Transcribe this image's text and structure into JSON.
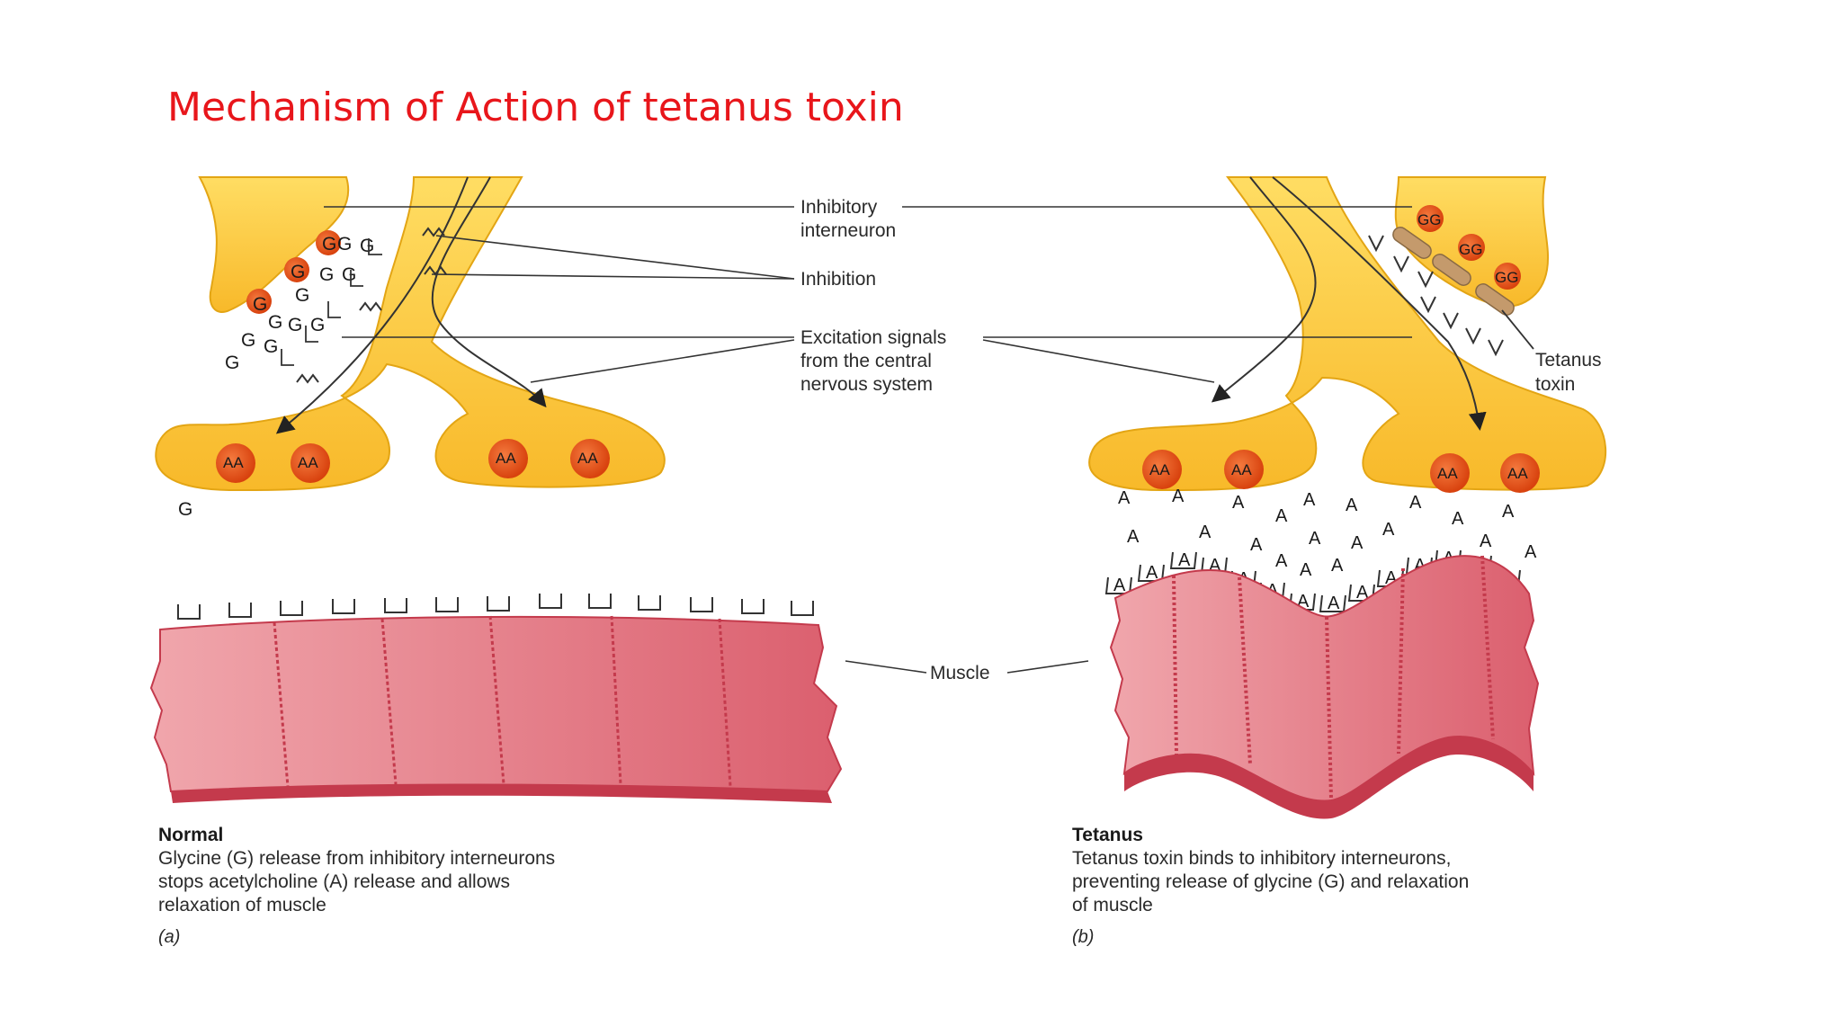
{
  "title": "Mechanism of Action of tetanus toxin",
  "colors": {
    "title": "#e8161b",
    "neuron": "#fcc636",
    "neuron_outline": "#e3a514",
    "vesicle": "#e8521b",
    "muscle": "#e77c87",
    "muscle_stripe": "#c43a4c",
    "toxin": "#c49a6c"
  },
  "labels": {
    "inhibitory_interneuron": [
      "Inhibitory",
      "interneuron"
    ],
    "inhibition": "Inhibition",
    "excitation": [
      "Excitation signals",
      "from the central",
      "nervous system"
    ],
    "tetanus_toxin": [
      "Tetanus",
      "toxin"
    ],
    "muscle": "Muscle"
  },
  "symbols": {
    "glycine": "G",
    "acetylcholine": "A",
    "vesicle_acetylcholine": "AA",
    "vesicle_glycine": "GG"
  },
  "panel_a": {
    "heading": "Normal",
    "text": [
      "Glycine (G) release from inhibitory interneurons",
      "stops acetylcholine (A) release and allows",
      "relaxation of muscle"
    ],
    "letter": "(a)"
  },
  "panel_b": {
    "heading": "Tetanus",
    "text": [
      "Tetanus toxin binds to inhibitory interneurons,",
      "preventing release of glycine (G) and relaxation",
      "of muscle"
    ],
    "letter": "(b)"
  }
}
